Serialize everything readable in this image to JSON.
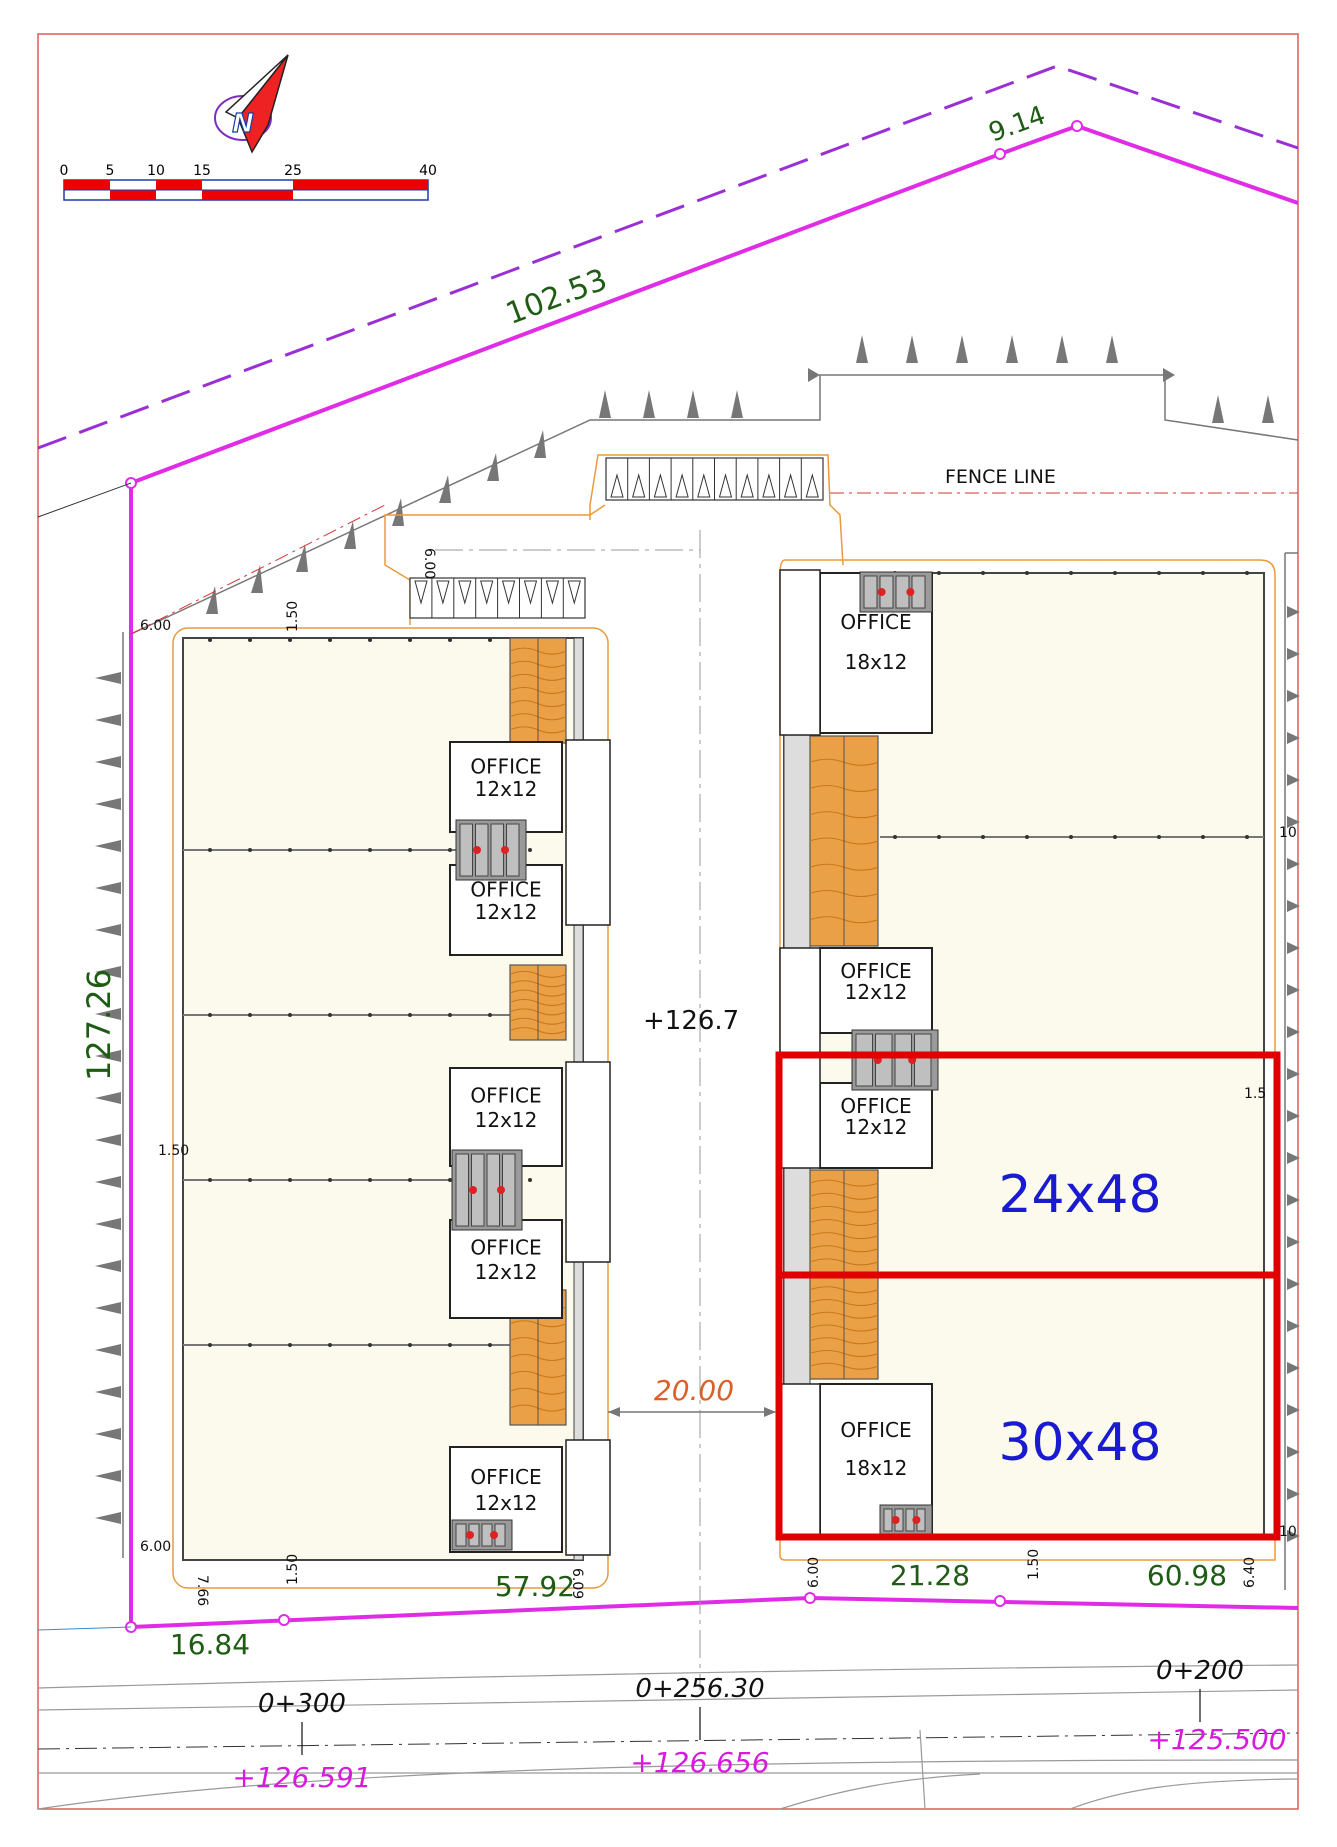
{
  "colors": {
    "boundary": "#e02ce6",
    "orange": "#e89a3c",
    "highlight": "#e00000",
    "blue_label": "#1a1ad0",
    "green_dim": "#1e5c14",
    "orange_dim": "#d9622a",
    "pink_level": "#d81adf",
    "floor_fill": "#fbfaec",
    "stair_fill": "#e9a046",
    "gray": "#666666",
    "frame": "#e05a5a"
  },
  "north_arrow": {
    "icon": "north-arrow-icon",
    "letter": "N"
  },
  "scale_bar": {
    "ticks": [
      "0",
      "5",
      "10",
      "15",
      "25",
      "40"
    ]
  },
  "site_dimensions": {
    "north_edge": "102.53",
    "northeast_edge": "9.14",
    "west_edge": "127.26",
    "southwest": "16.84",
    "south_left": "57.92",
    "south_mid": "21.28",
    "south_right": "60.98",
    "drive_width": "20.00"
  },
  "setbacks": {
    "top_left": "6.00",
    "bottom_left": "6.00",
    "gap_top": "1.50",
    "gap_bottom": "1.50",
    "left_mid": "1.50",
    "parking": "6.00",
    "bottom_766": "7.66",
    "bottom_609": "6.09",
    "bottom_600": "6.00",
    "bottom_150": "1.50",
    "bottom_640": "6.40",
    "right_10a": "10",
    "right_15": "1.5",
    "right_10b": "10"
  },
  "labels": {
    "fence_line": "FENCE LINE",
    "center_level": "+126.7"
  },
  "offices_left": [
    {
      "name": "OFFICE",
      "size": "12x12"
    },
    {
      "name": "OFFICE",
      "size": "12x12"
    },
    {
      "name": "OFFICE",
      "size": "12x12"
    },
    {
      "name": "OFFICE",
      "size": "12x12"
    },
    {
      "name": "OFFICE",
      "size": "12x12"
    }
  ],
  "offices_right": [
    {
      "name": "OFFICE",
      "size": "18x12"
    },
    {
      "name": "OFFICE",
      "size": "12x12"
    },
    {
      "name": "OFFICE",
      "size": "12x12"
    },
    {
      "name": "OFFICE",
      "size": "18x12"
    }
  ],
  "highlighted_units": [
    {
      "label": "24x48"
    },
    {
      "label": "30x48"
    }
  ],
  "road_stations": [
    {
      "chainage": "0+300",
      "level": "+126.591"
    },
    {
      "chainage": "0+256.30",
      "level": "+126.656"
    },
    {
      "chainage": "0+200",
      "level": "+125.500"
    }
  ]
}
